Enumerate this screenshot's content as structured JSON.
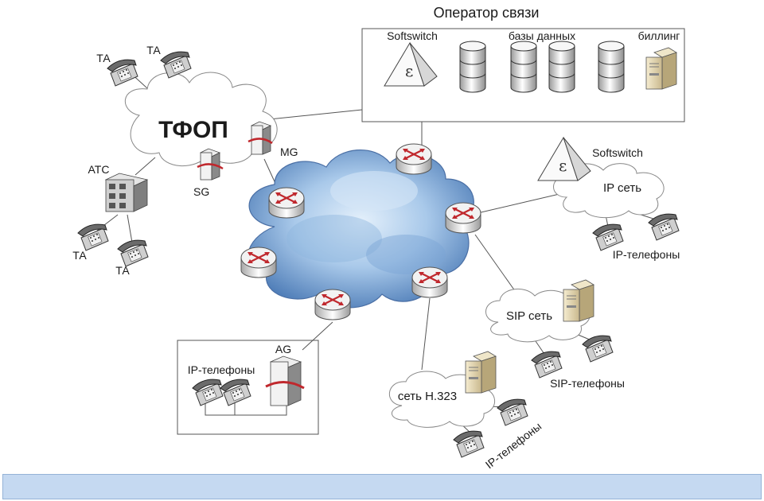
{
  "operator": {
    "title": "Оператор связи",
    "softswitch": "Softswitch",
    "databases": "базы данных",
    "billing": "биллинг"
  },
  "pstn": {
    "title": "ТФОП",
    "ta_labels": [
      "ТА",
      "ТА",
      "ТА",
      "ТА"
    ],
    "atc": "АТС",
    "mg": "MG",
    "sg": "SG"
  },
  "ip_net": {
    "softswitch": "Softswitch",
    "cloud_label": "IP сеть",
    "phones": "IP-телефоны"
  },
  "sip_net": {
    "cloud_label": "SIP сеть",
    "phones": "SIP-телефоны"
  },
  "h323_net": {
    "cloud_label": "сеть H.323",
    "phones": "IP-телефоны"
  },
  "access": {
    "ag": "AG",
    "phones": "IP-телефоны"
  },
  "colors": {
    "router_arrow": "#c0282d",
    "core_cloud": "#5b8cc8",
    "bottom_bar": "#c5d9f1"
  }
}
